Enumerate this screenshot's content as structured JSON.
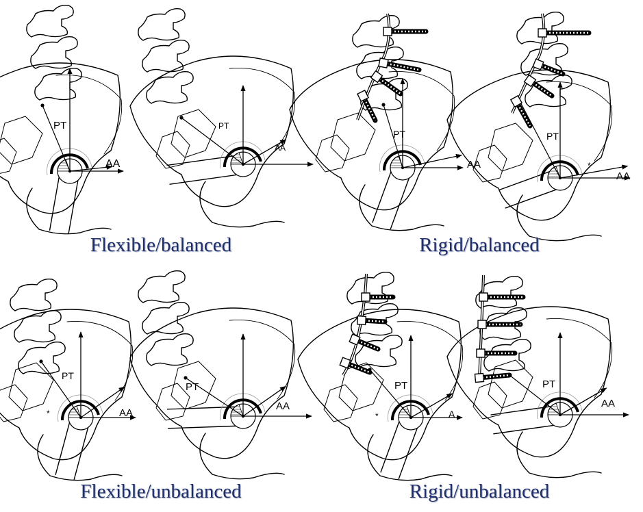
{
  "panels": [
    {
      "caption": "Flexible/balanced",
      "left": {
        "pt": "PT",
        "aa": "AA",
        "asterisk": ""
      },
      "right": {
        "pt": "PT",
        "aa": "AA",
        "asterisk": ""
      }
    },
    {
      "caption": "Rigid/balanced",
      "left": {
        "pt": "PT",
        "aa": "AA",
        "asterisk": ""
      },
      "right": {
        "pt": "PT",
        "aa": "AA",
        "asterisk": "*"
      }
    },
    {
      "caption": "Flexible/unbalanced",
      "left": {
        "pt": "PT",
        "aa": "AA",
        "asterisk": "*"
      },
      "right": {
        "pt": "PT",
        "aa": "AA",
        "asterisk": ""
      }
    },
    {
      "caption": "Rigid/unbalanced",
      "left": {
        "pt": "PT",
        "aa": "A",
        "asterisk": "*"
      },
      "right": {
        "pt": "PT",
        "aa": "AA",
        "asterisk": ""
      }
    }
  ]
}
